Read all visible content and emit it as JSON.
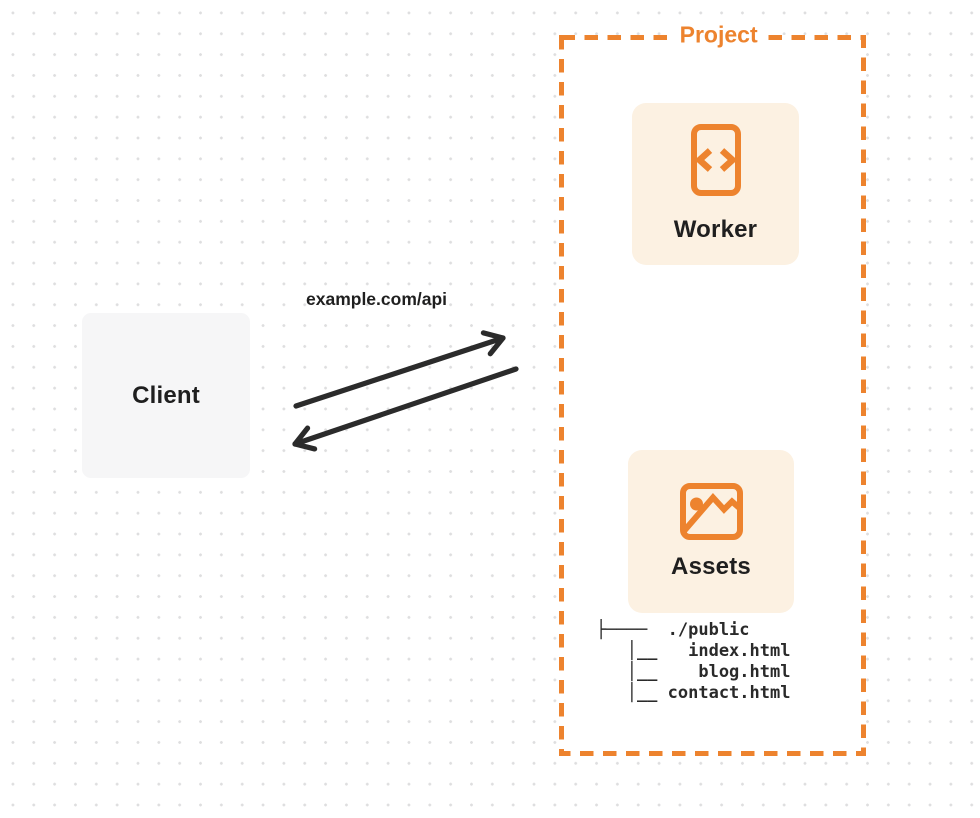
{
  "diagram": {
    "client": {
      "label": "Client"
    },
    "request": {
      "url_label": "example.com/api"
    },
    "project": {
      "label": "Project",
      "worker": {
        "label": "Worker",
        "icon": "code-file-icon"
      },
      "assets": {
        "label": "Assets",
        "icon": "image-icon"
      },
      "file_tree": {
        "lines": [
          "├────  ./public",
          "   │__   index.html",
          "   │__    blog.html",
          "   │__ contact.html"
        ]
      }
    },
    "colors": {
      "accent_orange": "#ed832e",
      "card_cream": "#fcf1e2",
      "client_gray": "#f6f6f7",
      "ink": "#2b2b2b",
      "dot_gray": "#dededf"
    }
  }
}
